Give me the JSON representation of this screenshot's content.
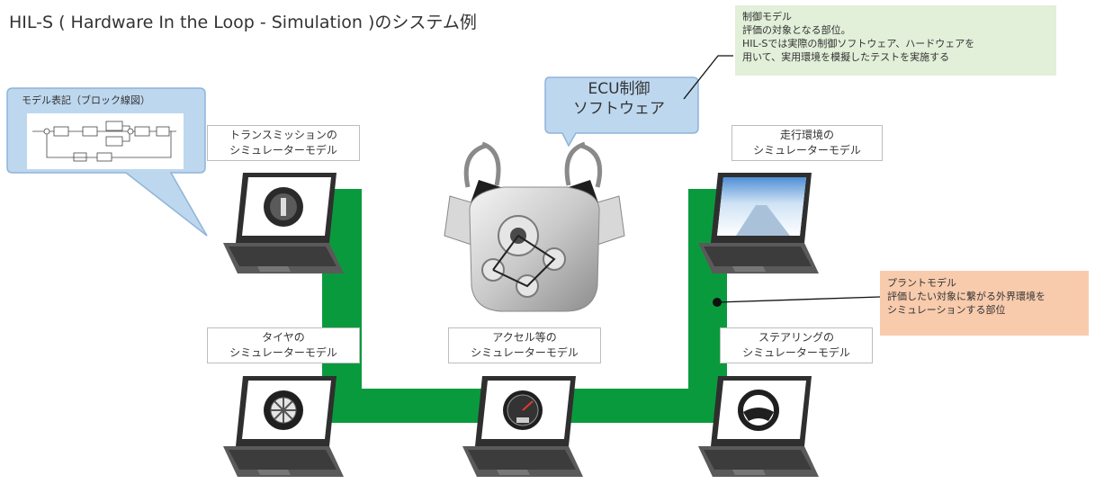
{
  "title": "HIL-S ( Hardware In the Loop - Simulation )のシステム例",
  "control_model_note": {
    "heading": "制御モデル",
    "line1": "評価の対象となる部位。",
    "line2": "HIL-Sでは実際の制御ソフトウェア、ハードウェアを",
    "line3": "用いて、実用環境を模擬したテストを実施する"
  },
  "ecu_bubble": {
    "line1": "ECU制御",
    "line2": "ソフトウェア"
  },
  "model_notation_bubble": {
    "title": "モデル表記（ブロック線図）"
  },
  "plant_model_note": {
    "heading": "プラントモデル",
    "line1": "評価したい対象に繋がる外界環境を",
    "line2": "シミュレーションする部位"
  },
  "simulators": {
    "transmission": {
      "line1": "トランスミッションの",
      "line2": "シミュレーターモデル",
      "icon": "gear-shift-icon"
    },
    "driving_env": {
      "line1": "走行環境の",
      "line2": "シミュレーターモデル",
      "icon": "snow-road-icon"
    },
    "tire": {
      "line1": "タイヤの",
      "line2": "シミュレーターモデル",
      "icon": "tire-wheel-icon"
    },
    "accelerator": {
      "line1": "アクセル等の",
      "line2": "シミュレーターモデル",
      "icon": "speedometer-icon"
    },
    "steering": {
      "line1": "ステアリングの",
      "line2": "シミュレーターモデル",
      "icon": "steering-wheel-icon"
    }
  },
  "colors": {
    "connection_bus": "#0a9a3e",
    "green_note_bg": "#e2efd9",
    "orange_note_bg": "#f8cbad",
    "bubble_blue": "#bdd7ee",
    "bubble_border": "#8fb4d9"
  }
}
